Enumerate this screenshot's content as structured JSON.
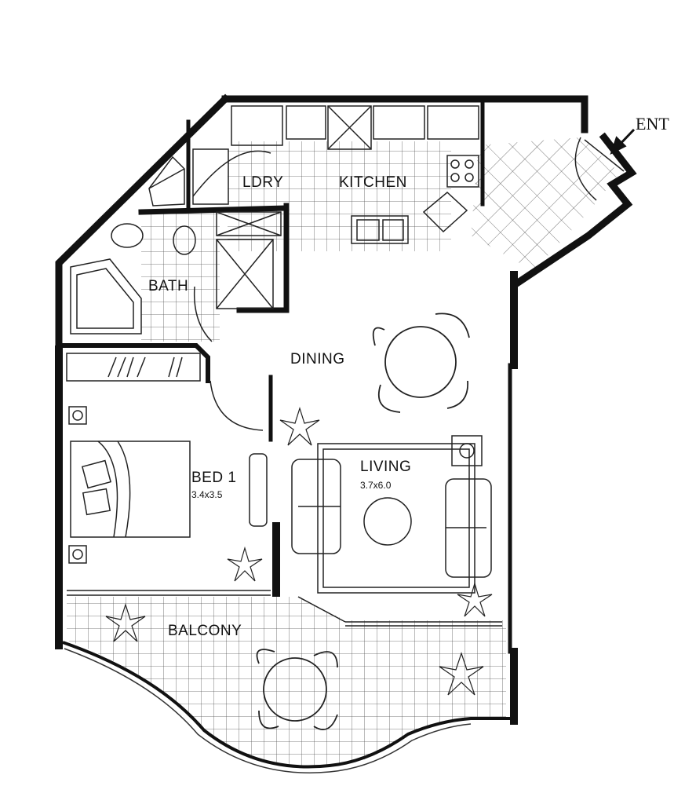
{
  "rooms": {
    "laundry": "LDRY",
    "kitchen": "KITCHEN",
    "bath": "BATH",
    "dining": "DINING",
    "bed": "BED 1",
    "bed_size": "3.4x3.5",
    "living": "LIVING",
    "living_size": "3.7x6.0",
    "balcony": "BALCONY"
  },
  "entry_label": "ENT",
  "colors": {
    "wall": "#111111",
    "line": "#222222",
    "paper": "#ffffff"
  }
}
